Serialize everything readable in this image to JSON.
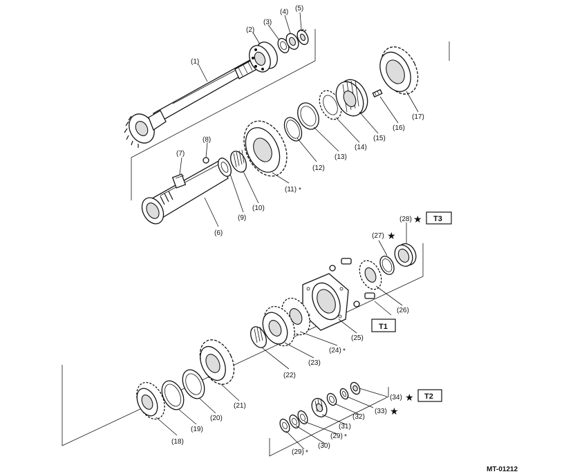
{
  "diagram_code": "MT-01212",
  "labels": {
    "l1": "(1)",
    "l2": "(2)",
    "l3": "(3)",
    "l4": "(4)",
    "l5": "(5)",
    "l6": "(6)",
    "l7": "(7)",
    "l8": "(8)",
    "l9": "(9)",
    "l10": "(10)",
    "l11": "(11)",
    "l12": "(12)",
    "l13": "(13)",
    "l14": "(14)",
    "l15": "(15)",
    "l16": "(16)",
    "l17": "(17)",
    "l18": "(18)",
    "l19": "(19)",
    "l20": "(20)",
    "l21": "(21)",
    "l22": "(22)",
    "l23": "(23)",
    "l24": "(24)",
    "l25": "(25)",
    "l26": "(26)",
    "l27": "(27)",
    "l28": "(28)",
    "l29a": "(29)",
    "l29b": "(29)",
    "l30": "(30)",
    "l31": "(31)",
    "l32": "(32)",
    "l33": "(33)",
    "l34": "(34)"
  },
  "marks": {
    "star": "★",
    "asterisk": "*"
  },
  "torque_boxes": {
    "t1": "T1",
    "t2": "T2",
    "t3": "T3"
  }
}
